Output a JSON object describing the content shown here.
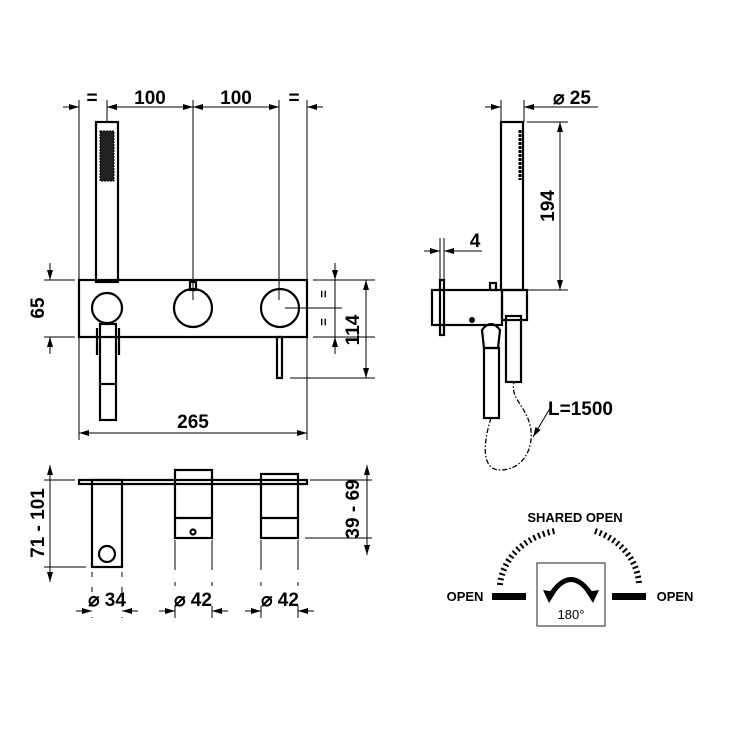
{
  "front_view": {
    "dim_equal_left": "=",
    "dim_spacing_1": "100",
    "dim_spacing_2": "100",
    "dim_equal_right": "=",
    "dim_plate_height": "65",
    "dim_equal_upper": "=",
    "dim_equal_lower": "=",
    "dim_lever_drop": "114",
    "dim_total_width": "265"
  },
  "top_view": {
    "dim_left_depth": "71 - 101",
    "dim_right_depth": "39 - 69",
    "dia_holder": "⌀ 34",
    "dia_knob_center": "⌀ 42",
    "dia_knob_right": "⌀ 42"
  },
  "side_view": {
    "dia_handshower": "⌀ 25",
    "dim_handshower_length": "194",
    "dim_plate_thickness": "4",
    "hose_length": "L=1500"
  },
  "diverter_legend": {
    "shared_open": "SHARED OPEN",
    "open_left": "OPEN",
    "open_right": "OPEN",
    "rotation": "180°"
  }
}
